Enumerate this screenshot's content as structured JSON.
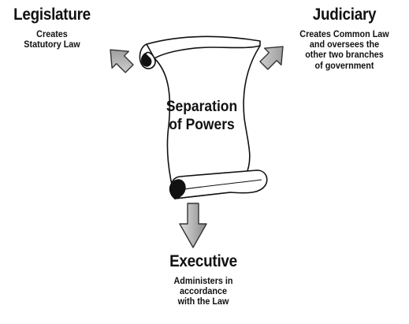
{
  "legislature": {
    "title": "Legislature",
    "description": [
      "Creates",
      "Statutory Law"
    ]
  },
  "judiciary": {
    "title": "Judiciary",
    "description": [
      "Creates Common Law",
      "and oversees the",
      "other two branches",
      "of government"
    ]
  },
  "executive": {
    "title": "Executive",
    "description": [
      "Administers in",
      "accordance",
      "with the Law"
    ]
  },
  "scroll": {
    "title": [
      "Separation",
      "of Powers"
    ]
  },
  "icons": {
    "scroll": "scroll-icon",
    "arrow_left": "arrow-up-left-icon",
    "arrow_right": "arrow-up-right-icon",
    "arrow_down": "arrow-down-icon"
  }
}
